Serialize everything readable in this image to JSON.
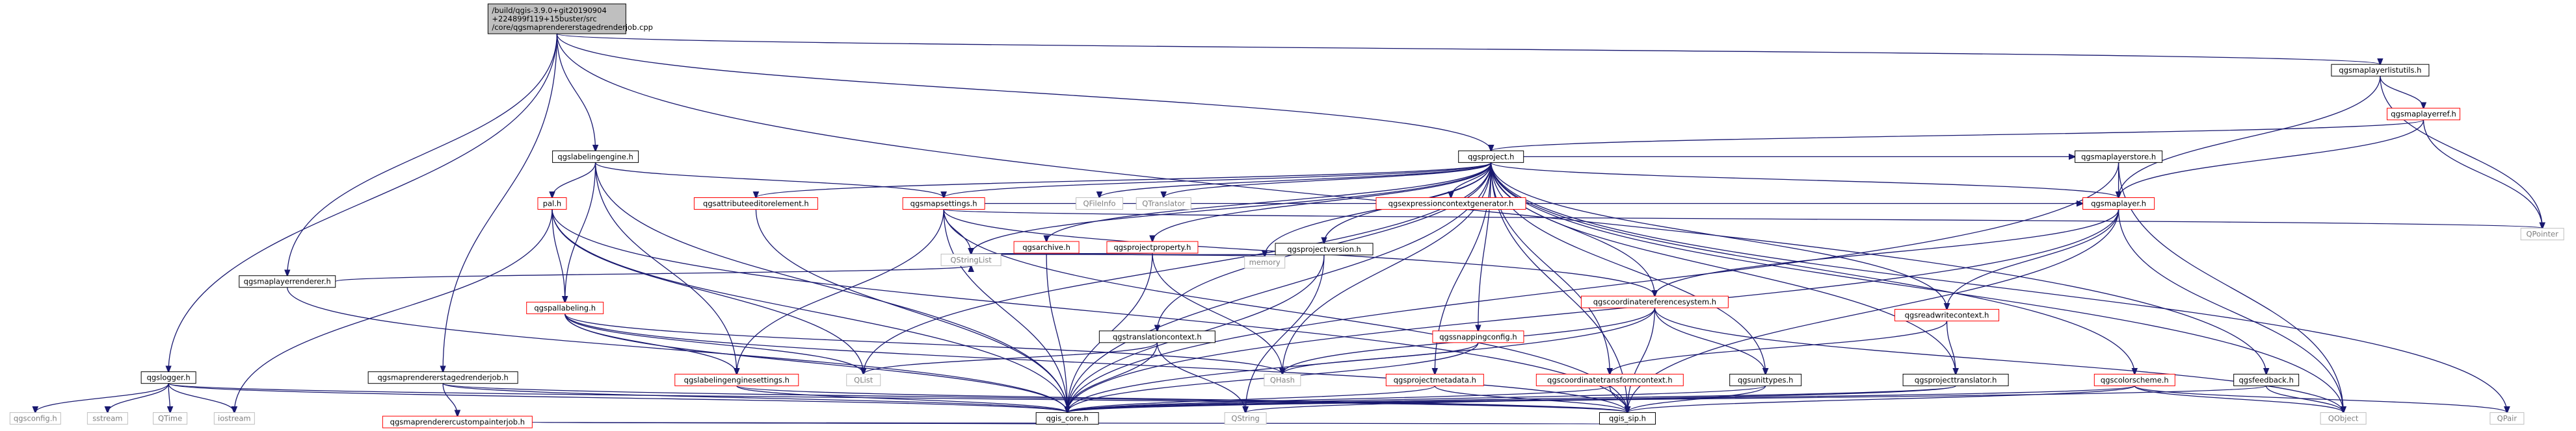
{
  "colors": {
    "edge": "#191970",
    "edge_text": "#000000",
    "box_normal": "#000000",
    "box_missing": "#bfbfbf",
    "box_red": "#ff0000",
    "root_fill": "#bfbfbf",
    "missing_text": "#7f7f7f"
  },
  "root": {
    "lines": [
      "/build/qgis-3.9.0+git20190904",
      "+224899f119+15buster/src",
      "/core/qgsmaprendererstagedrenderjob.cpp"
    ]
  },
  "nodes": [
    {
      "id": "qgslogger",
      "label": "qgslogger.h",
      "style": "normal"
    },
    {
      "id": "qgsmaplayerrenderer",
      "label": "qgsmaplayerrenderer.h",
      "style": "normal"
    },
    {
      "id": "qgsmaprendererstagedrenderjob_h",
      "label": "qgsmaprendererstagedrenderjob.h",
      "style": "normal"
    },
    {
      "id": "qgslabelingengine",
      "label": "qgslabelingengine.h",
      "style": "normal"
    },
    {
      "id": "qgsproject",
      "label": "qgsproject.h",
      "style": "normal"
    },
    {
      "id": "qgsmaplayerlistutils",
      "label": "qgsmaplayerlistutils.h",
      "style": "normal"
    },
    {
      "id": "qgsmaplayerref",
      "label": "qgsmaplayerref.h",
      "style": "red"
    },
    {
      "id": "qgsmaprenderercustompainterjob",
      "label": "qgsmaprenderercustompainterjob.h",
      "style": "red"
    },
    {
      "id": "pal",
      "label": "pal.h",
      "style": "red"
    },
    {
      "id": "qgspallabeling",
      "label": "qgspallabeling.h",
      "style": "red"
    },
    {
      "id": "qgslabelingenginesettings",
      "label": "qgslabelingenginesettings.h",
      "style": "red"
    },
    {
      "id": "qgsattributeeditorelement",
      "label": "qgsattributeeditorelement.h",
      "style": "red"
    },
    {
      "id": "qgsmapsettings",
      "label": "qgsmapsettings.h",
      "style": "red"
    },
    {
      "id": "qgsarchive",
      "label": "qgsarchive.h",
      "style": "red"
    },
    {
      "id": "qgsprojectproperty",
      "label": "qgsprojectproperty.h",
      "style": "red"
    },
    {
      "id": "qgstranslationcontext",
      "label": "qgstranslationcontext.h",
      "style": "normal"
    },
    {
      "id": "qgsprojectversion",
      "label": "qgsprojectversion.h",
      "style": "normal"
    },
    {
      "id": "qgssnappingconfig",
      "label": "qgssnappingconfig.h",
      "style": "red"
    },
    {
      "id": "qgsprojectmetadata",
      "label": "qgsprojectmetadata.h",
      "style": "red"
    },
    {
      "id": "qgscoordinatereferencesystem",
      "label": "qgscoordinatereferencesystem.h",
      "style": "red"
    },
    {
      "id": "qgscoordinatetransformcontext",
      "label": "qgscoordinatetransformcontext.h",
      "style": "red"
    },
    {
      "id": "qgsunittypes",
      "label": "qgsunittypes.h",
      "style": "normal"
    },
    {
      "id": "qgsreadwritecontext",
      "label": "qgsreadwritecontext.h",
      "style": "red"
    },
    {
      "id": "qgsprojecttranslator",
      "label": "qgsprojecttranslator.h",
      "style": "normal"
    },
    {
      "id": "qgsmaplayerstore",
      "label": "qgsmaplayerstore.h",
      "style": "normal"
    },
    {
      "id": "qgsmaplayer",
      "label": "qgsmaplayer.h",
      "style": "red"
    },
    {
      "id": "qgscolorscheme",
      "label": "qgscolorscheme.h",
      "style": "red"
    },
    {
      "id": "qgsfeedback",
      "label": "qgsfeedback.h",
      "style": "normal"
    },
    {
      "id": "qgsexpressioncontextgenerator",
      "label": "qgsexpressioncontextgenerator.h",
      "style": "red"
    },
    {
      "id": "qgis_core",
      "label": "qgis_core.h",
      "style": "normal"
    },
    {
      "id": "qgis_sip",
      "label": "qgis_sip.h",
      "style": "normal"
    },
    {
      "id": "qgsconfig",
      "label": "qgsconfig.h",
      "style": "missing"
    },
    {
      "id": "sstream",
      "label": "sstream",
      "style": "missing"
    },
    {
      "id": "qtime",
      "label": "QTime",
      "style": "missing"
    },
    {
      "id": "iostream",
      "label": "iostream",
      "style": "missing"
    },
    {
      "id": "qstringlist",
      "label": "QStringList",
      "style": "missing"
    },
    {
      "id": "qlist",
      "label": "QList",
      "style": "missing"
    },
    {
      "id": "memory",
      "label": "memory",
      "style": "missing"
    },
    {
      "id": "qhash",
      "label": "QHash",
      "style": "missing"
    },
    {
      "id": "qfileinfo",
      "label": "QFileInfo",
      "style": "missing"
    },
    {
      "id": "qtranslator",
      "label": "QTranslator",
      "style": "missing"
    },
    {
      "id": "qstring",
      "label": "QString",
      "style": "missing"
    },
    {
      "id": "qobject",
      "label": "QObject",
      "style": "missing"
    },
    {
      "id": "qpair",
      "label": "QPair",
      "style": "missing"
    },
    {
      "id": "qpointer",
      "label": "QPointer",
      "style": "missing"
    }
  ],
  "edges": [
    [
      "root",
      "qgslogger"
    ],
    [
      "root",
      "qgsmaplayerrenderer"
    ],
    [
      "root",
      "qgsmaprendererstagedrenderjob_h"
    ],
    [
      "root",
      "qgslabelingengine"
    ],
    [
      "root",
      "qgsproject"
    ],
    [
      "root",
      "qgsmaplayerlistutils"
    ],
    [
      "root",
      "qgsfeedback"
    ],
    [
      "qgslogger",
      "qgsconfig"
    ],
    [
      "qgslogger",
      "sstream"
    ],
    [
      "qgslogger",
      "qtime"
    ],
    [
      "qgslogger",
      "iostream"
    ],
    [
      "qgslogger",
      "qgis_core"
    ],
    [
      "qgslogger",
      "qgis_sip"
    ],
    [
      "qgsmaplayerrenderer",
      "qstringlist"
    ],
    [
      "qgsmaplayerrenderer",
      "qgis_core"
    ],
    [
      "qgsmaprendererstagedrenderjob_h",
      "qgsmaprenderercustompainterjob"
    ],
    [
      "qgsmaprendererstagedrenderjob_h",
      "qgis_core"
    ],
    [
      "qgsmaprendererstagedrenderjob_h",
      "qgis_sip"
    ],
    [
      "qgsmaprenderercustompainterjob",
      "qgis_core"
    ],
    [
      "qgsmaprenderercustompainterjob",
      "qgis_sip"
    ],
    [
      "qgslabelingengine",
      "pal"
    ],
    [
      "qgslabelingengine",
      "qgspallabeling"
    ],
    [
      "qgslabelingengine",
      "qgslabelingenginesettings"
    ],
    [
      "qgslabelingengine",
      "qgsmapsettings"
    ],
    [
      "qgslabelingengine",
      "qgis_core"
    ],
    [
      "pal",
      "qgspallabeling"
    ],
    [
      "pal",
      "qlist"
    ],
    [
      "pal",
      "qgis_core"
    ],
    [
      "pal",
      "iostream"
    ],
    [
      "pal",
      "qgis_sip"
    ],
    [
      "qgspallabeling",
      "qgslabelingenginesettings"
    ],
    [
      "qgspallabeling",
      "qlist"
    ],
    [
      "qgspallabeling",
      "qhash"
    ],
    [
      "qgspallabeling",
      "qgis_core"
    ],
    [
      "qgspallabeling",
      "qgis_sip"
    ],
    [
      "qgslabelingenginesettings",
      "qgis_core"
    ],
    [
      "qgslabelingenginesettings",
      "qgis_sip"
    ],
    [
      "qgsproject",
      "qgsattributeeditorelement"
    ],
    [
      "qgsproject",
      "qgsmapsettings"
    ],
    [
      "qgsproject",
      "qfileinfo"
    ],
    [
      "qgsproject",
      "qtranslator"
    ],
    [
      "qgsproject",
      "qgsexpressioncontextgenerator"
    ],
    [
      "qgsproject",
      "qgsarchive"
    ],
    [
      "qgsproject",
      "qgsprojectproperty"
    ],
    [
      "qgsproject",
      "qgsprojectversion"
    ],
    [
      "qgsproject",
      "qgstranslationcontext"
    ],
    [
      "qgsproject",
      "qgssnappingconfig"
    ],
    [
      "qgsproject",
      "qgsprojectmetadata"
    ],
    [
      "qgsproject",
      "qgscoordinatereferencesystem"
    ],
    [
      "qgsproject",
      "qgscoordinatetransformcontext"
    ],
    [
      "qgsproject",
      "qgsunittypes"
    ],
    [
      "qgsproject",
      "qgsreadwritecontext"
    ],
    [
      "qgsproject",
      "qgsprojecttranslator"
    ],
    [
      "qgsproject",
      "qgsmaplayerstore"
    ],
    [
      "qgsproject",
      "qgscolorscheme"
    ],
    [
      "qgsproject",
      "qstringlist"
    ],
    [
      "qgsproject",
      "memory"
    ],
    [
      "qgsproject",
      "qhash"
    ],
    [
      "qgsproject",
      "qlist"
    ],
    [
      "qgsproject",
      "qgis_core"
    ],
    [
      "qgsproject",
      "qgis_sip"
    ],
    [
      "qgsproject",
      "qobject"
    ],
    [
      "qgsproject",
      "qpair"
    ],
    [
      "qgsproject",
      "qgsmaplayer"
    ],
    [
      "qgsattributeeditorelement",
      "qgis_core"
    ],
    [
      "qgsmapsettings",
      "qgslabelingenginesettings"
    ],
    [
      "qgsmapsettings",
      "qstringlist"
    ],
    [
      "qgsmapsettings",
      "qgis_core"
    ],
    [
      "qgsmapsettings",
      "qgis_sip"
    ],
    [
      "qgsmapsettings",
      "qgsmaplayer"
    ],
    [
      "qgsmapsettings",
      "qgscoordinatereferencesystem"
    ],
    [
      "qgsmapsettings",
      "qpointer"
    ],
    [
      "qgsarchive",
      "qstringlist"
    ],
    [
      "qgsarchive",
      "memory"
    ],
    [
      "qgsarchive",
      "qgis_core"
    ],
    [
      "qgsprojectproperty",
      "qstringlist"
    ],
    [
      "qgsprojectproperty",
      "qhash"
    ],
    [
      "qgsprojectproperty",
      "qgis_core"
    ],
    [
      "qgsprojectversion",
      "qstringlist"
    ],
    [
      "qgsprojectversion",
      "qstring"
    ],
    [
      "qgsprojectversion",
      "qgis_core"
    ],
    [
      "qgstranslationcontext",
      "qlist"
    ],
    [
      "qgstranslationcontext",
      "qgis_core"
    ],
    [
      "qgstranslationcontext",
      "qstring"
    ],
    [
      "qgssnappingconfig",
      "qhash"
    ],
    [
      "qgssnappingconfig",
      "qgis_core"
    ],
    [
      "qgsprojectmetadata",
      "qgis_core"
    ],
    [
      "qgsprojectmetadata",
      "qgis_sip"
    ],
    [
      "qgscoordinatereferencesystem",
      "qhash"
    ],
    [
      "qgscoordinatereferencesystem",
      "qgsunittypes"
    ],
    [
      "qgscoordinatereferencesystem",
      "qgis_core"
    ],
    [
      "qgscoordinatereferencesystem",
      "qgis_sip"
    ],
    [
      "qgscoordinatereferencesystem",
      "qobject"
    ],
    [
      "qgscoordinatetransformcontext",
      "qgis_core"
    ],
    [
      "qgscoordinatetransformcontext",
      "qgis_sip"
    ],
    [
      "qgsunittypes",
      "qgis_core"
    ],
    [
      "qgsunittypes",
      "qgis_sip"
    ],
    [
      "qgsreadwritecontext",
      "qgscoordinatetransformcontext"
    ],
    [
      "qgsreadwritecontext",
      "qgsprojecttranslator"
    ],
    [
      "qgsprojecttranslator",
      "qgis_core"
    ],
    [
      "qgsprojecttranslator",
      "qstring"
    ],
    [
      "qgsmaplayerstore",
      "qgsmaplayer"
    ],
    [
      "qgsmaplayerstore",
      "qgis_core"
    ],
    [
      "qgsmaplayerstore",
      "qobject"
    ],
    [
      "qgsmaplayer",
      "qgscoordinatereferencesystem"
    ],
    [
      "qgsmaplayer",
      "qgsreadwritecontext"
    ],
    [
      "qgsmaplayer",
      "qgis_core"
    ],
    [
      "qgsmaplayer",
      "qgis_sip"
    ],
    [
      "qgsmaplayer",
      "qobject"
    ],
    [
      "qgscolorscheme",
      "qgis_core"
    ],
    [
      "qgscolorscheme",
      "qgis_sip"
    ],
    [
      "qgscolorscheme",
      "qobject"
    ],
    [
      "qgscolorscheme",
      "qpair"
    ],
    [
      "qgsfeedback",
      "qgis_core"
    ],
    [
      "qgsfeedback",
      "qobject"
    ],
    [
      "qgsmaplayerlistutils",
      "qgsmaplayerref"
    ],
    [
      "qgsmaplayerlistutils",
      "qgsmaplayer"
    ],
    [
      "qgsmaplayerlistutils",
      "qpointer"
    ],
    [
      "qgsmaplayerref",
      "qgsproject"
    ],
    [
      "qgsmaplayerref",
      "qgsmaplayer"
    ],
    [
      "qgsmaplayerref",
      "qpointer"
    ]
  ]
}
